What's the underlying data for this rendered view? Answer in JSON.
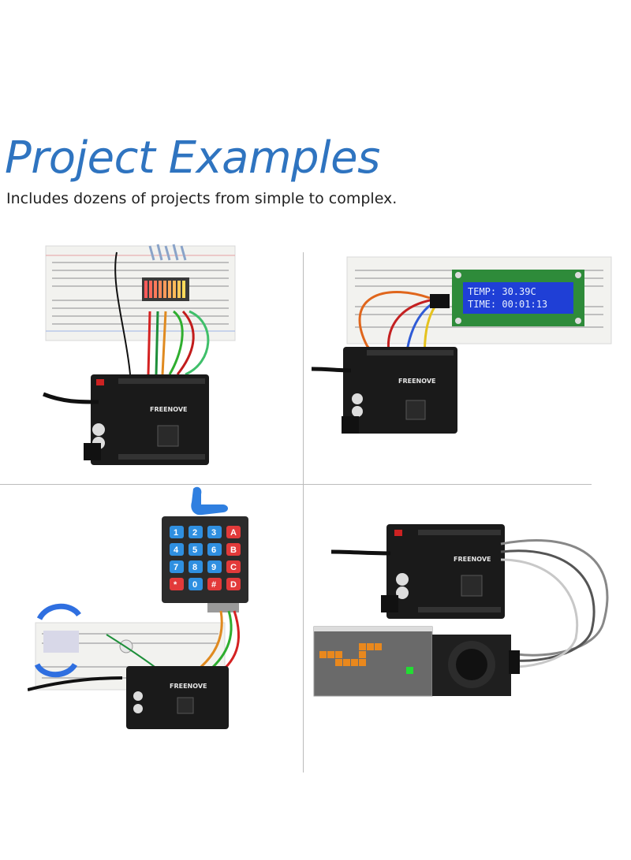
{
  "header": {
    "title": "Project Examples",
    "subtitle": "Includes dozens of projects from simple to complex."
  },
  "boards": {
    "brand": "FREENOVE"
  },
  "lcd": {
    "line1": "TEMP: 30.39C",
    "line2": "TIME: 00:01:13"
  },
  "keypad": {
    "keys": [
      "1",
      "2",
      "3",
      "A",
      "4",
      "5",
      "6",
      "B",
      "7",
      "8",
      "9",
      "C",
      "*",
      "0",
      "#",
      "D"
    ]
  },
  "colors": {
    "title": "#2f74c0",
    "board": "#1a1a1a",
    "lcd": "#1f3fd6",
    "keypad_blue": "#2f8fe0",
    "keypad_red": "#e23a3a",
    "snake": "#e9881d",
    "food": "#22dd33"
  },
  "icons": [
    "hand-pointer-icon",
    "rotate-arrows-icon"
  ]
}
